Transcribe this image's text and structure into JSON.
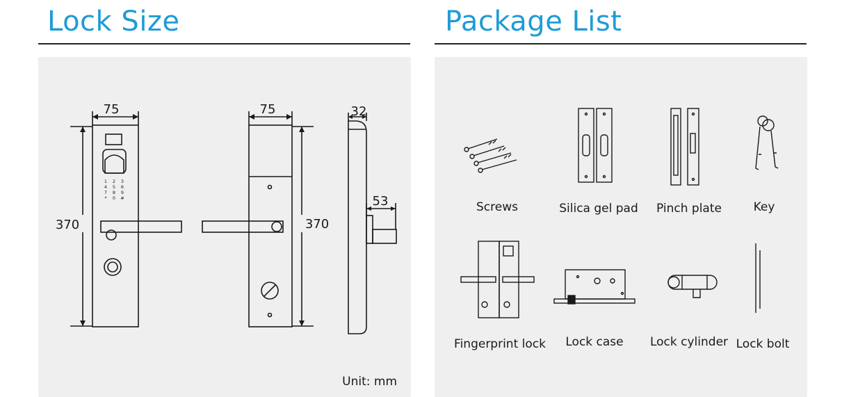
{
  "lock_size": {
    "title": "Lock Size",
    "dims": {
      "front_width": "75",
      "front_height": "370",
      "back_width": "75",
      "back_height": "370",
      "side_thickness": "32",
      "handle_projection": "53"
    },
    "unit": "Unit: mm",
    "keypad": [
      "1",
      "2",
      "3",
      "4",
      "5",
      "6",
      "7",
      "8",
      "9",
      "*",
      "0",
      "#"
    ]
  },
  "package_list": {
    "title": "Package List",
    "items": [
      {
        "label": "Screws"
      },
      {
        "label": "Silica gel pad"
      },
      {
        "label": "Pinch plate"
      },
      {
        "label": "Key"
      },
      {
        "label": "Fingerprint lock"
      },
      {
        "label": "Lock case"
      },
      {
        "label": "Lock cylinder"
      },
      {
        "label": "Lock bolt"
      }
    ]
  }
}
